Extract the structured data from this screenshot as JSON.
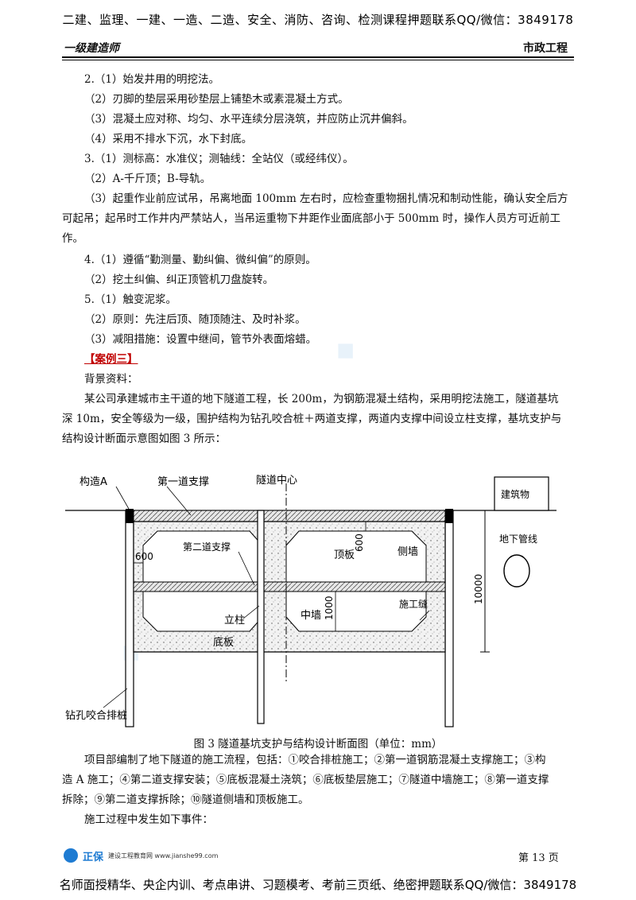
{
  "top_banner": "二建、监理、一建、一造、二造、安全、消防、咨询、检测课程押题联系QQ/微信：3849178",
  "header": {
    "left": "一级建造师",
    "right": "市政工程"
  },
  "lines": [
    "2.（1）始发井用的明挖法。",
    "（2）刃脚的垫层采用砂垫层上铺垫木或素混凝土方式。",
    "（3）混凝土应对称、均匀、水平连续分层浇筑，并应防止沉井偏斜。",
    "（4）采用不排水下沉，水下封底。",
    "3.（1）测标高：水准仪；测轴线：全站仪（或经纬仪）。",
    "（2）A-千斤顶；B-导轨。",
    "（3）起重作业前应试吊，吊离地面 100mm 左右时，应检查重物捆扎情况和制动性能，确认安全后方",
    "可起吊；起吊时工作井内严禁站人，当吊运重物下井距作业面底部小于 500mm 时，操作人员方可近前工",
    "作。",
    "4.（1）遵循“勤测量、勤纠偏、微纠偏”的原则。",
    "（2）挖土纠偏、纠正顶管机刀盘旋转。",
    "5.（1）触变泥浆。",
    "（2）原则：先注后顶、随顶随注、及时补浆。",
    "（3）减阻措施：设置中继间，管节外表面熔蜡。",
    "【案例三】",
    "背景资料：",
    "某公司承建城市主干道的地下隧道工程，长 200m，为钢筋混凝土结构，采用明挖法施工，隧道基坑",
    "深 10m，安全等级为一级，围护结构为钻孔咬合桩＋两道支撑，两道内支撑中间设立柱支撑，基坑支护与",
    "结构设计断面示意图如图 3 所示：",
    "项目部编制了地下隧道的施工流程，包括：①咬合排桩施工；②第一道钢筋混凝土支撑施工；③构",
    "造 A 施工；④第二道支撑安装；⑤底板混凝土浇筑；⑥底板垫层施工；⑦隧道中墙施工；⑧第一道支撑",
    "拆除；⑨第二道支撑拆除；⑩隧道侧墙和顶板施工。",
    "施工过程中发生如下事件："
  ],
  "figure": {
    "caption": "图 3  隧道基坑支护与结构设计断面图（单位：mm）",
    "labels": {
      "gouzao": "构造A",
      "first_support": "第一道支撑",
      "center": "隧道中心",
      "building": "建筑物",
      "second_support": "第二道支撑",
      "d600a": "600",
      "d600b": "600",
      "roof": "顶板",
      "side_wall": "侧墙",
      "pipeline": "地下管线",
      "depth": "10000",
      "column": "立柱",
      "mid_wall": "中墙",
      "d1000": "1000",
      "construction_joint": "施工缝",
      "floor": "底板",
      "piles": "钻孔咬合排桩"
    }
  },
  "footer": {
    "brand": "正保",
    "brand_sub": "建设工程教育网 www.jianshe99.com",
    "page": "第 13 页"
  },
  "bottom_banner": "名师面授精华、央企内训、考点串讲、习题模考、考前三页纸、绝密押题联系QQ/微信：3849178"
}
